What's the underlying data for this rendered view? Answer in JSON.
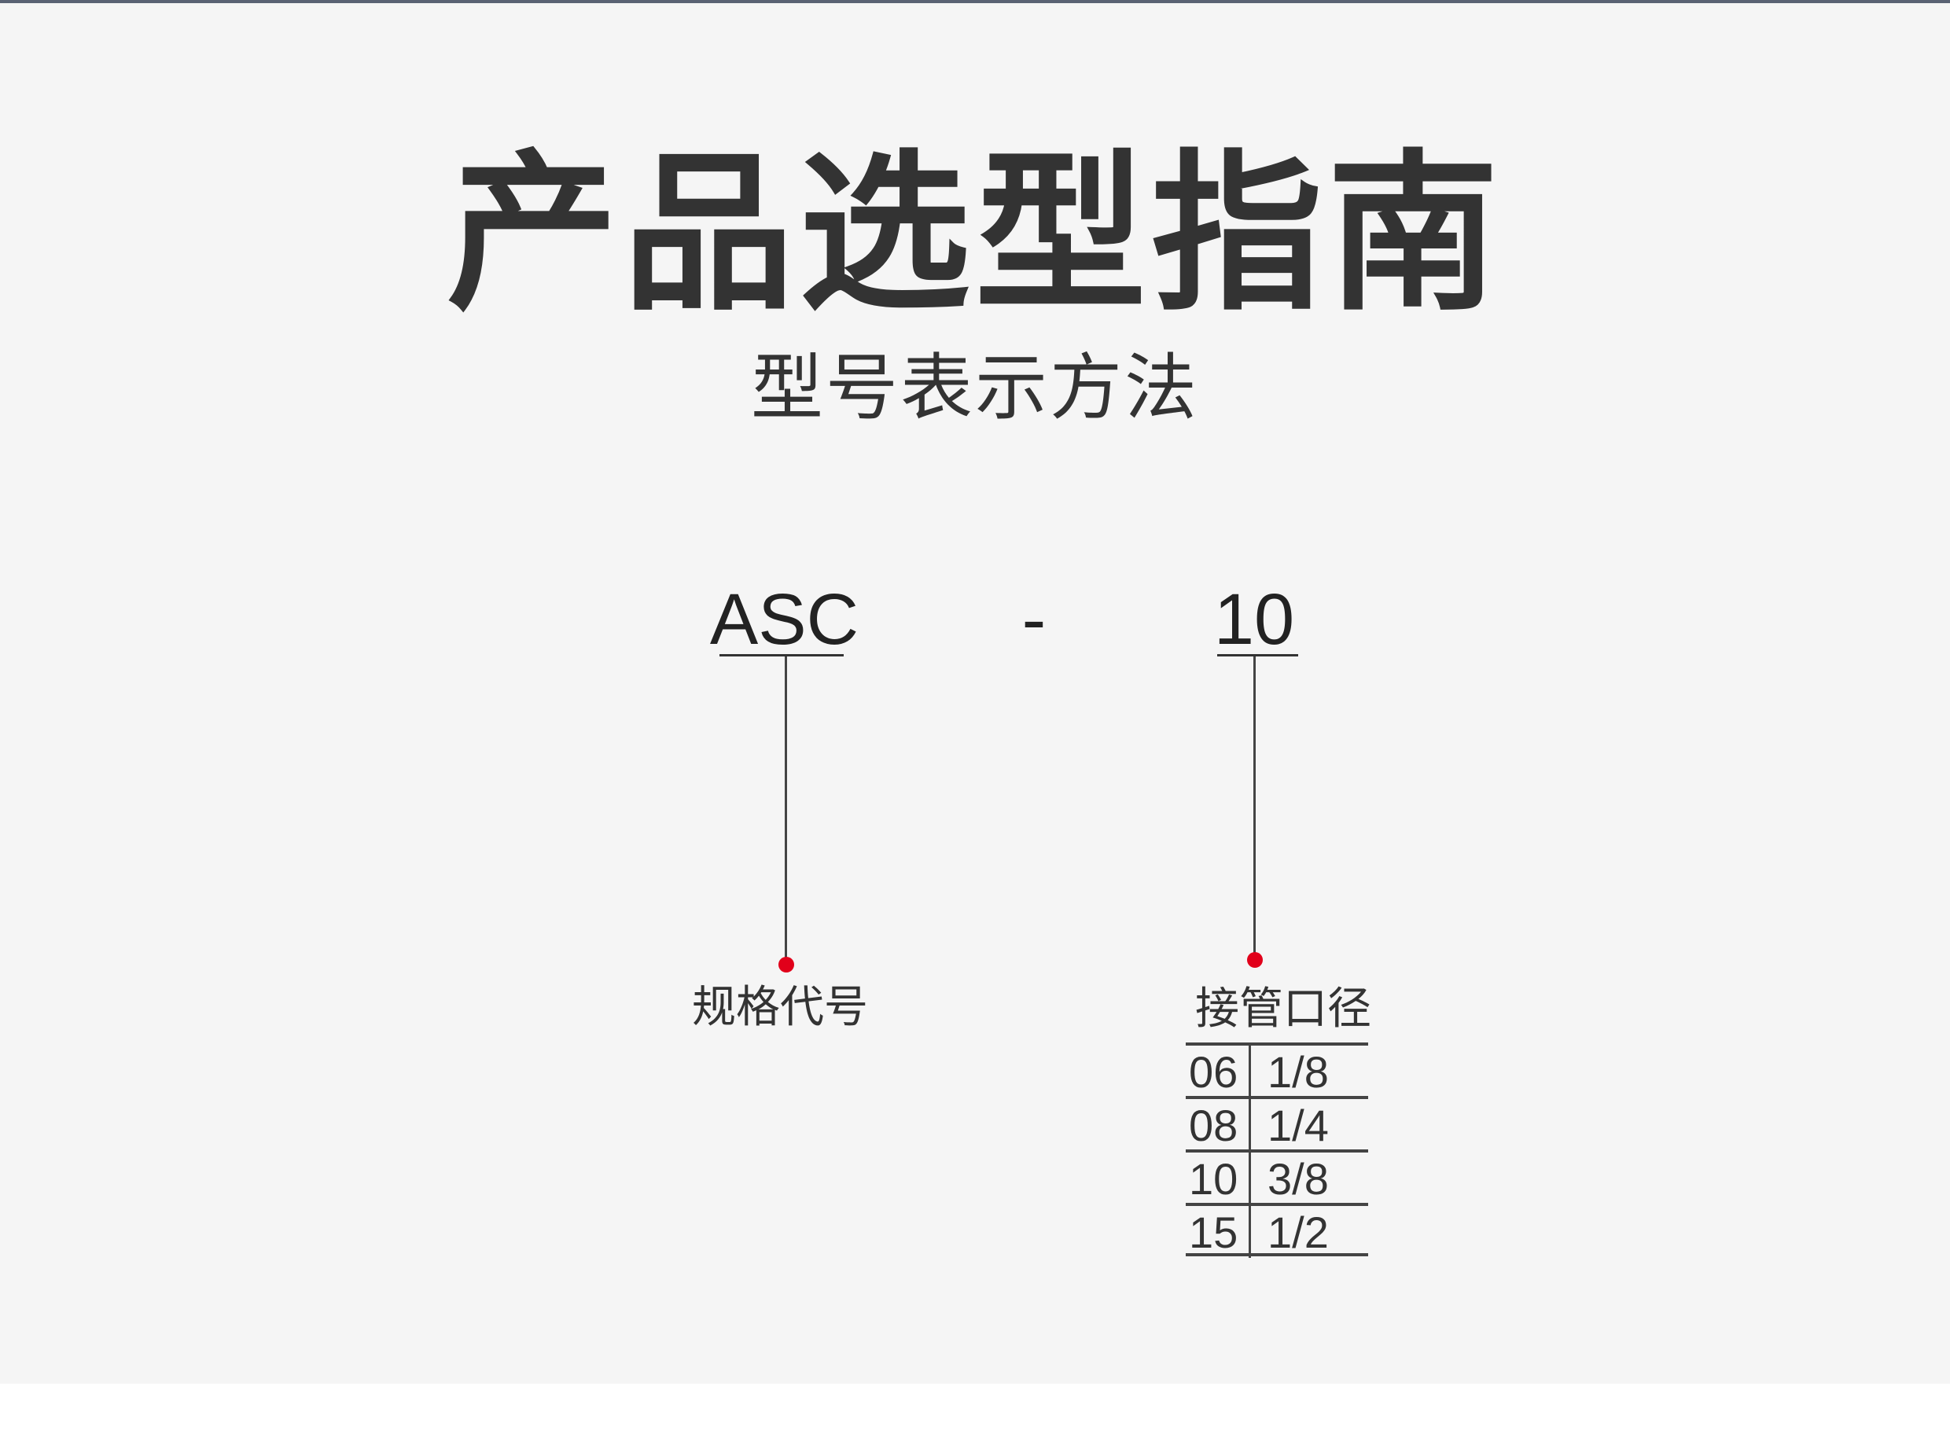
{
  "title": "产品选型指南",
  "subtitle": "型号表示方法",
  "model": {
    "part1": "ASC",
    "separator": "-",
    "part2": "10"
  },
  "labels": {
    "spec_code": "规格代号",
    "pipe_diameter": "接管口径"
  },
  "pipe_table": [
    {
      "code": "06",
      "size": "1/8"
    },
    {
      "code": "08",
      "size": "1/4"
    },
    {
      "code": "10",
      "size": "3/8"
    },
    {
      "code": "15",
      "size": "1/2"
    }
  ],
  "colors": {
    "background": "#f5f5f5",
    "text": "#333333",
    "marker": "#e1001a"
  }
}
